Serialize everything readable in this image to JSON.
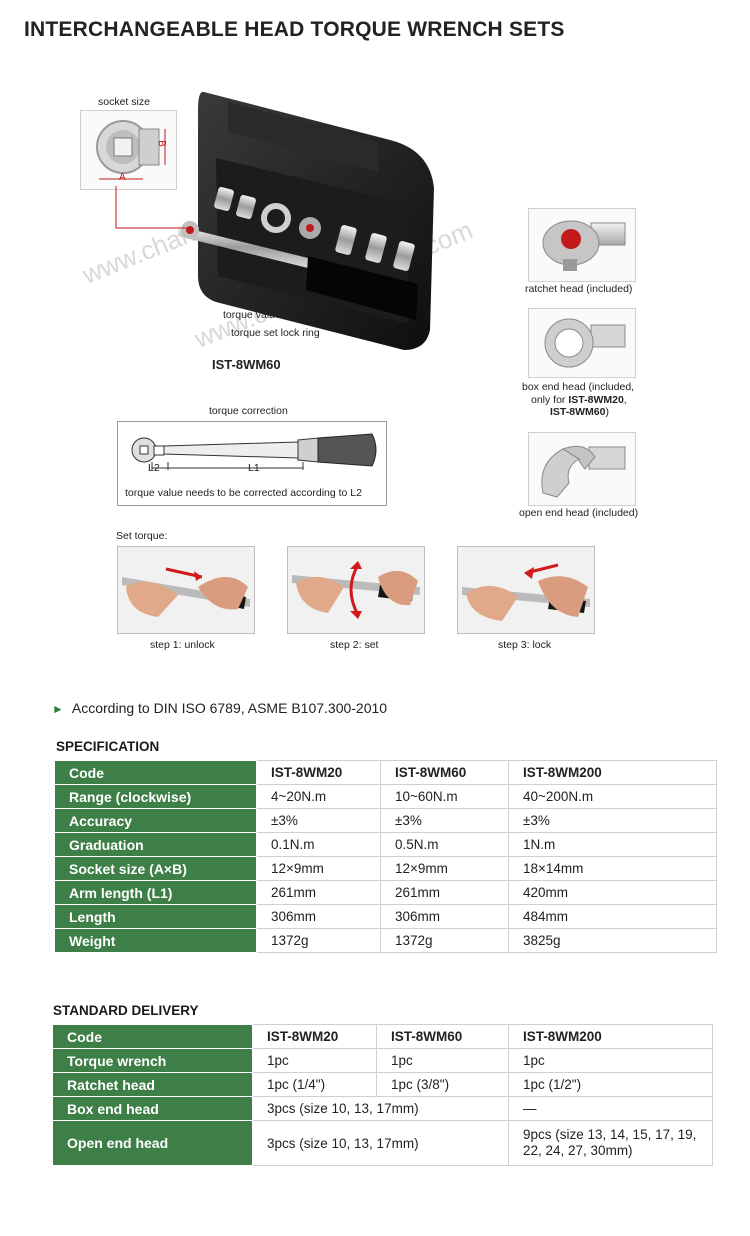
{
  "title": "INTERCHANGEABLE HEAD TORQUE WRENCH SETS",
  "watermark": "www.chanyicompany.com",
  "kit": {
    "socket_size_label": "socket size",
    "dim_a": "A",
    "dim_b": "B",
    "torque_value_label": "torque value",
    "lock_ring_label": "torque set lock ring",
    "model": "IST-8WM60"
  },
  "heads": {
    "ratchet": "ratchet head (included)",
    "box_line1": "box end head (included,",
    "box_line2": "only for ",
    "box_model1": "IST-8WM20",
    "box_comma": ",",
    "box_model2": "IST-8WM60",
    "box_close": ")",
    "open": "open end head (included)"
  },
  "correction": {
    "title": "torque correction",
    "l1": "L1",
    "l2": "L2",
    "note": "torque value needs to be corrected according to L2"
  },
  "set_torque": {
    "label": "Set torque:",
    "steps": [
      "step 1:  unlock",
      "step 2:  set",
      "step 3:  lock"
    ]
  },
  "standard_note": "According to DIN ISO 6789, ASME B107.300-2010",
  "specification": {
    "heading": "SPECIFICATION",
    "header": [
      "Code",
      "IST-8WM20",
      "IST-8WM60",
      "IST-8WM200"
    ],
    "rows": [
      [
        "Range (clockwise)",
        "4~20N.m",
        "10~60N.m",
        "40~200N.m"
      ],
      [
        "Accuracy",
        "±3%",
        "±3%",
        "±3%"
      ],
      [
        "Graduation",
        "0.1N.m",
        "0.5N.m",
        "1N.m"
      ],
      [
        "Socket size (A×B)",
        "12×9mm",
        "12×9mm",
        "18×14mm"
      ],
      [
        "Arm length (L1)",
        "261mm",
        "261mm",
        "420mm"
      ],
      [
        "Length",
        "306mm",
        "306mm",
        "484mm"
      ],
      [
        "Weight",
        "1372g",
        "1372g",
        "3825g"
      ]
    ]
  },
  "delivery": {
    "heading": "STANDARD DELIVERY",
    "header": [
      "Code",
      "IST-8WM20",
      "IST-8WM60",
      "IST-8WM200"
    ],
    "rows": [
      [
        "Torque wrench",
        "1pc",
        "1pc",
        "1pc"
      ],
      [
        "Ratchet head",
        "1pc (1/4\")",
        "1pc (3/8\")",
        "1pc (1/2\")"
      ],
      [
        "Box end head",
        "3pcs (size 10, 13, 17mm)",
        "—"
      ],
      [
        "Open end head",
        "3pcs (size 10, 13, 17mm)",
        "9pcs (size 13, 14, 15, 17, 19, 22, 24, 27, 30mm)"
      ]
    ]
  }
}
